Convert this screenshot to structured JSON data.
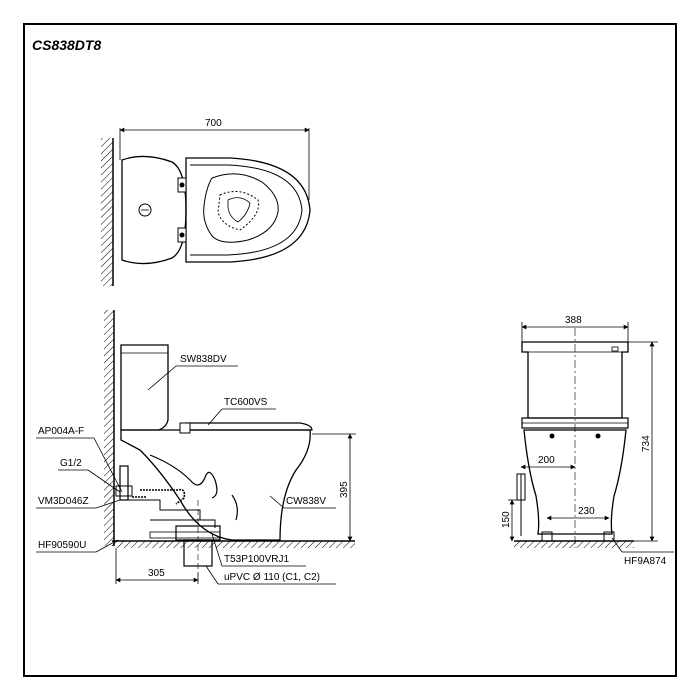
{
  "title": "CS838DT8",
  "colors": {
    "ink": "#000000",
    "paper": "#ffffff"
  },
  "dimensions": {
    "top_width": "700",
    "front_width": "388",
    "front_height": "734",
    "seat_height": "395",
    "rough_in": "305",
    "offset_200": "200",
    "width_230": "230",
    "height_150": "150"
  },
  "labels": {
    "tank": "SW838DV",
    "seat": "TC600VS",
    "fitting": "AP004A-F",
    "thread": "G1/2",
    "valve": "VM3D046Z",
    "bowl": "CW838V",
    "flange": "HF90590U",
    "trap": "T53P100VRJ1",
    "pipe": "uPVC Ø 110 (C1, C2)",
    "bolt": "HF9A874"
  }
}
